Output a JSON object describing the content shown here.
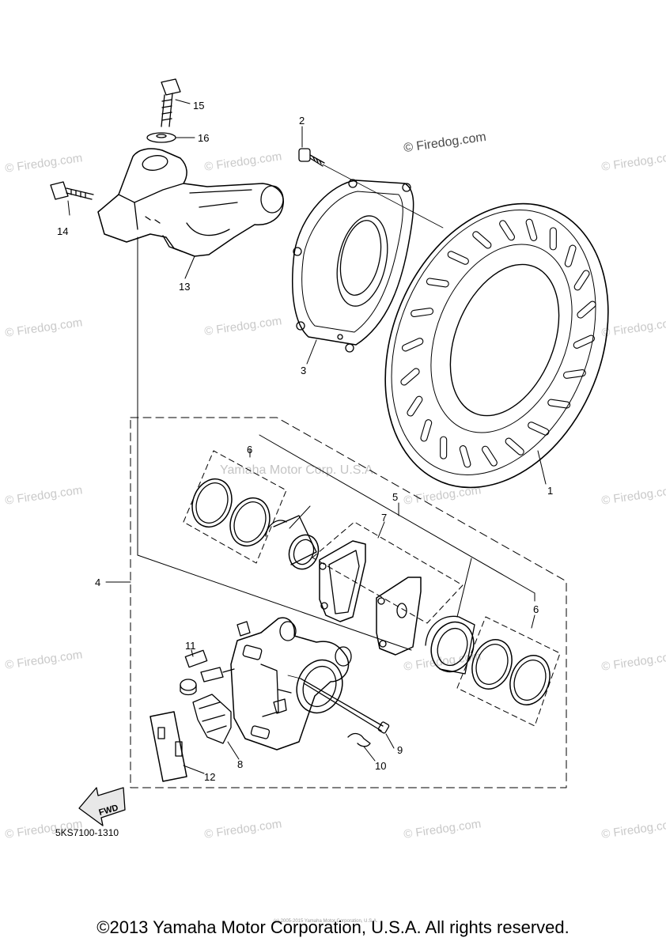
{
  "watermark": {
    "site": "© Firedog.com",
    "corp": "Yamaha Motor Corp. U.S.A."
  },
  "callouts": [
    "1",
    "2",
    "3",
    "4",
    "5",
    "6",
    "6",
    "7",
    "8",
    "9",
    "10",
    "11",
    "12",
    "13",
    "14",
    "15",
    "16"
  ],
  "arrow_label": "FWD",
  "part_code": "5KS7100-1310",
  "fine_print": "(c) 2005-2015 Yamaha Motor Corporation, U.S.A.",
  "copyright": "©2013 Yamaha Motor Corporation, U.S.A. All rights reserved."
}
